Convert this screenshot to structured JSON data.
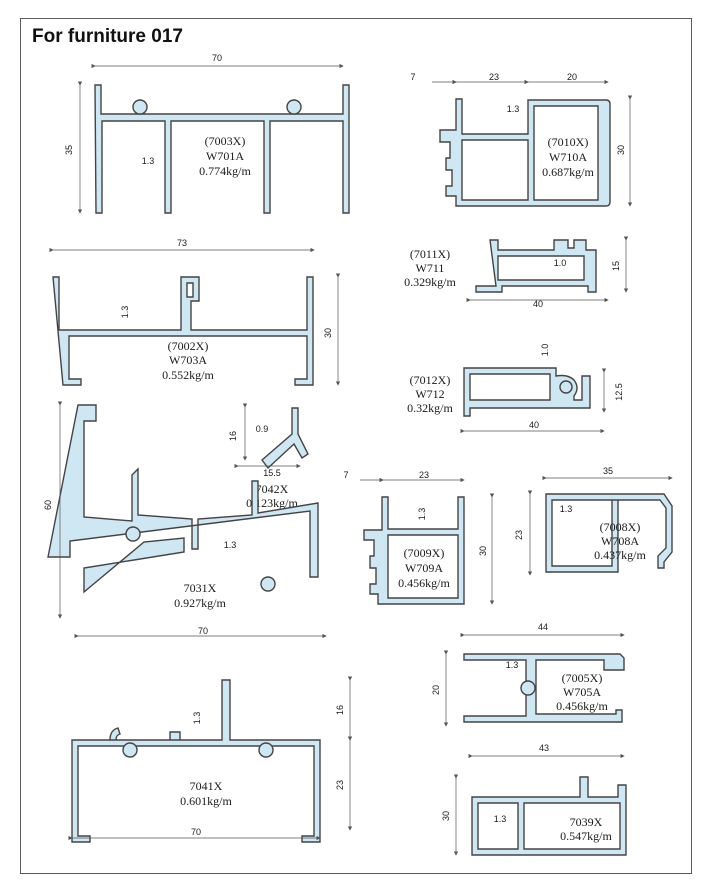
{
  "page_title": "For furniture 017",
  "colors": {
    "profile_fill": "#cfe6f3",
    "profile_stroke": "#444444",
    "frame": "#5a5a5a"
  },
  "profiles": {
    "p7003": {
      "code": "(7003X)",
      "model": "W701A",
      "weight": "0.774kg/m",
      "dims": {
        "width": "70",
        "height": "35",
        "wall": "1.3"
      }
    },
    "p7010": {
      "code": "(7010X)",
      "model": "W710A",
      "weight": "0.687kg/m",
      "dims": {
        "a": "7",
        "b": "23",
        "c": "20",
        "height": "30",
        "wall": "1.3"
      }
    },
    "p7002": {
      "code": "(7002X)",
      "model": "W703A",
      "weight": "0.552kg/m",
      "dims": {
        "width": "73",
        "height": "30",
        "wall": "1.3"
      }
    },
    "p7011": {
      "code": "(7011X)",
      "model": "W711",
      "weight": "0.329kg/m",
      "dims": {
        "width": "40",
        "height": "15",
        "wall": "1.0"
      }
    },
    "p7012": {
      "code": "(7012X)",
      "model": "W712",
      "weight": "0.32kg/m",
      "dims": {
        "width": "40",
        "height": "12.5",
        "wall": "1.0"
      }
    },
    "p7042": {
      "code": "7042X",
      "weight": "0.123kg/m",
      "dims": {
        "height": "16",
        "width": "15.5",
        "wall": "0.9"
      }
    },
    "p7031": {
      "code": "7031X",
      "weight": "0.927kg/m",
      "dims": {
        "width": "70",
        "height": "60",
        "wall": "1.3"
      }
    },
    "p7009": {
      "code": "(7009X)",
      "model": "W709A",
      "weight": "0.456kg/m",
      "dims": {
        "a": "7",
        "width": "23",
        "height": "30",
        "wall": "1.3"
      }
    },
    "p7008": {
      "code": "(7008X)",
      "model": "W708A",
      "weight": "0.437kg/m",
      "dims": {
        "width": "35",
        "height": "23",
        "wall": "1.3"
      }
    },
    "p7005": {
      "code": "(7005X)",
      "model": "W705A",
      "weight": "0.456kg/m",
      "dims": {
        "width": "44",
        "height": "20",
        "wall": "1.3"
      }
    },
    "p7041": {
      "code": "7041X",
      "weight": "0.601kg/m",
      "dims": {
        "width": "70",
        "h1": "16",
        "h2": "23",
        "wall": "1.3"
      }
    },
    "p7039": {
      "code": "7039X",
      "weight": "0.547kg/m",
      "dims": {
        "width": "43",
        "height": "30",
        "wall": "1.3"
      }
    }
  }
}
